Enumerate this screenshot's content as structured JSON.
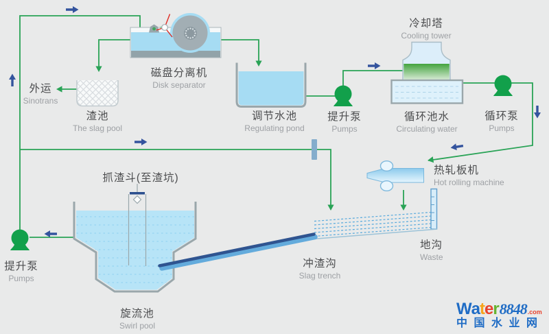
{
  "nodes": {
    "sinotrans": {
      "zh": "外运",
      "en": "Sinotrans"
    },
    "slag_pool": {
      "zh": "渣池",
      "en": "The slag pool"
    },
    "disk_separator": {
      "zh": "磁盘分离机",
      "en": "Disk separator"
    },
    "regulating_pond": {
      "zh": "调节水池",
      "en": "Regulating pond"
    },
    "lift_pump_top": {
      "zh": "提升泵",
      "en": "Pumps"
    },
    "cooling_tower": {
      "zh": "冷却塔",
      "en": "Cooling tower"
    },
    "circulating_water": {
      "zh": "循环池水",
      "en": "Circulating water"
    },
    "circulating_pump": {
      "zh": "循环泵",
      "en": "Pumps"
    },
    "hot_rolling_machine": {
      "zh": "热轧板机",
      "en": "Hot rolling machine"
    },
    "waste": {
      "zh": "地沟",
      "en": "Waste"
    },
    "slag_trench": {
      "zh": "冲渣沟",
      "en": "Slag trench"
    },
    "swirl_pool": {
      "zh": "旋流池",
      "en": "Swirl pool"
    },
    "lift_pump_bottom": {
      "zh": "提升泵",
      "en": "Pumps"
    },
    "grab_bucket": {
      "zh": "抓渣斗(至渣坑)"
    }
  },
  "colors": {
    "background": "#e9eaea",
    "flow_line_green": "#29a356",
    "pump_green": "#12a04b",
    "arrow_blue": "#34549e",
    "water_blue": "#a6dcf3",
    "pool_water_blue": "#b7e4f7",
    "pipe_dark_blue": "#2f5490",
    "pipe_light_blue": "#63abdc",
    "equipment_gray": "#9aa7ab",
    "scraper_red": "#df2a22"
  },
  "logo": {
    "letters": [
      {
        "char": "W",
        "style": "color:#1f6cc5"
      },
      {
        "char": "a",
        "style": "color:#1f6cc5"
      },
      {
        "char": "t",
        "style": "color:#f6a41c"
      },
      {
        "char": "e",
        "style": "color:#e8432e"
      },
      {
        "char": "r",
        "style": "color:#66b331"
      }
    ],
    "digits": "8848",
    "tld": ".com",
    "tagline": "中国水业网"
  }
}
